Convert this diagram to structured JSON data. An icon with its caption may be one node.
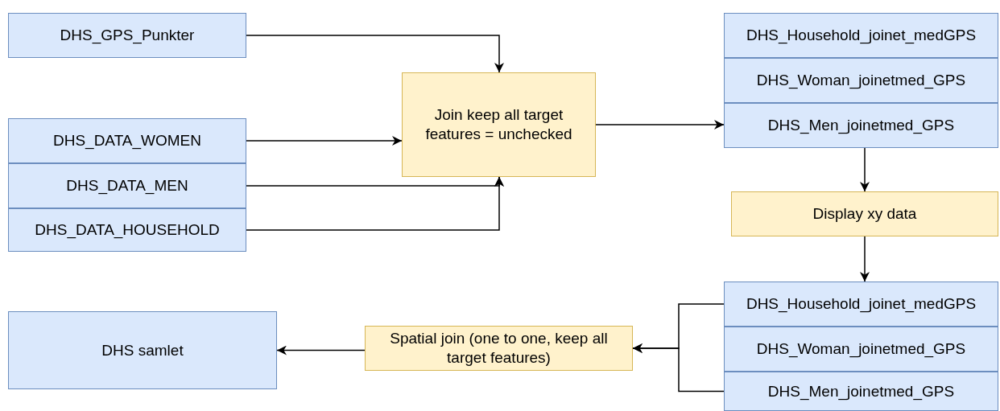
{
  "diagram": {
    "nodes": [
      {
        "text": [
          "DHS_GPS_Punkter"
        ]
      },
      {
        "text": [
          "DHS_DATA_WOMEN"
        ]
      },
      {
        "text": [
          "DHS_DATA_MEN"
        ]
      },
      {
        "text": [
          "DHS_DATA_HOUSEHOLD"
        ]
      },
      {
        "text": [
          "Join keep all target features = unchecked"
        ]
      },
      {
        "text": [
          "DHS_Household_joinet_medGPS"
        ]
      },
      {
        "text": [
          "DHS_Woman_joinetmed_GPS"
        ]
      },
      {
        "text": [
          "DHS_Men_joinetmed_GPS"
        ]
      },
      {
        "text": [
          "Display xy data"
        ]
      },
      {
        "text": [
          "DHS_Household_joinet_medGPS"
        ]
      },
      {
        "text": [
          "DHS_Woman_joinetmed_GPS"
        ]
      },
      {
        "text": [
          "DHS_Men_joinetmed_GPS"
        ]
      },
      {
        "text": [
          "Spatial join (one to one, keep all target features)"
        ]
      },
      {
        "text": [
          "DHS samlet"
        ]
      }
    ],
    "edges": [
      {
        "from": 0,
        "to": 4,
        "arrow": "to"
      },
      {
        "from": 1,
        "to": 4,
        "arrow": "to"
      },
      {
        "from": 2,
        "to": 4,
        "arrow": "to"
      },
      {
        "from": 3,
        "to": 4,
        "arrow": "to"
      },
      {
        "from": 4,
        "to": 7,
        "arrow": "to"
      },
      {
        "from": 7,
        "to": 8,
        "arrow": "to"
      },
      {
        "from": 8,
        "to": 9,
        "arrow": "to"
      },
      {
        "from": 9,
        "to": 12,
        "arrow": "to"
      },
      {
        "from": 11,
        "to": 12,
        "arrow": "to"
      },
      {
        "from": 12,
        "to": 13,
        "arrow": "to"
      }
    ]
  }
}
